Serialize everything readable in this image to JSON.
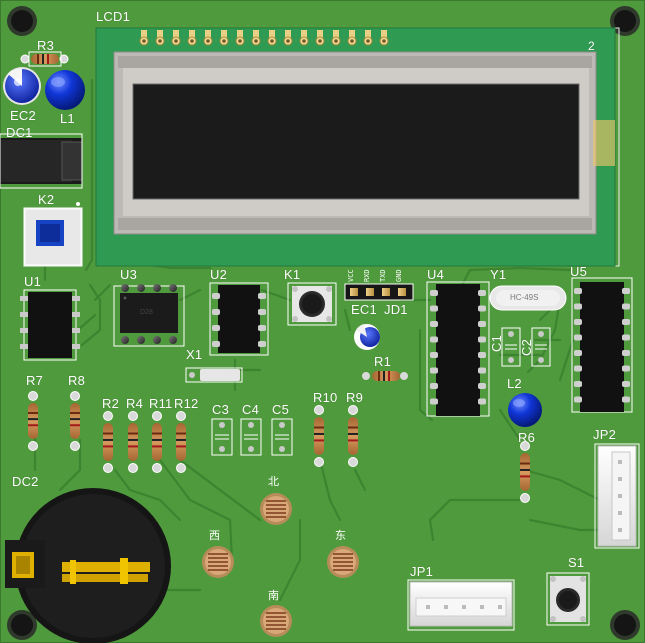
{
  "board": {
    "colors": {
      "mask": "#4f9a3c",
      "trace": "#3f8a30",
      "silk": "#ffffff",
      "pad": "#d8c070",
      "ic_body": "#111111",
      "lcd_pcb": "#2e9a52",
      "lcd_bezel": "#bdbab6",
      "lcd_glass": "#1b1b1b",
      "led_blue": "#0a2ecf",
      "resistor_body": "#c4874a",
      "battery_holder": "#1a1a1a",
      "battery_clip": "#e0b000"
    },
    "designators": {
      "lcd": "LCD1",
      "lcd_pin2": "2",
      "r3": "R3",
      "ec2": "EC2",
      "l1": "L1",
      "dc1": "DC1",
      "k2": "K2",
      "u1": "U1",
      "u3": "U3",
      "u2": "U2",
      "k1": "K1",
      "u4": "U4",
      "y1": "Y1",
      "u5": "U5",
      "ec1": "EC1",
      "jd1": "JD1",
      "c1": "C1",
      "c2": "C2",
      "x1": "X1",
      "r1": "R1",
      "l2": "L2",
      "r7": "R7",
      "r8": "R8",
      "r2": "R2",
      "r4": "R4",
      "r11": "R11",
      "r12": "R12",
      "c3": "C3",
      "c4": "C4",
      "c5": "C5",
      "r10": "R10",
      "r9": "R9",
      "r6": "R6",
      "jp2": "JP2",
      "dc2": "DC2",
      "jp1": "JP1",
      "s1": "S1"
    },
    "header_pins": [
      "VCC",
      "RXD",
      "TXD",
      "GND"
    ],
    "compass": {
      "north": "北",
      "west": "西",
      "east": "东",
      "south": "南"
    },
    "chip_marks": {
      "u3_mark": "D28",
      "y1_mark": "HC-49S"
    }
  }
}
